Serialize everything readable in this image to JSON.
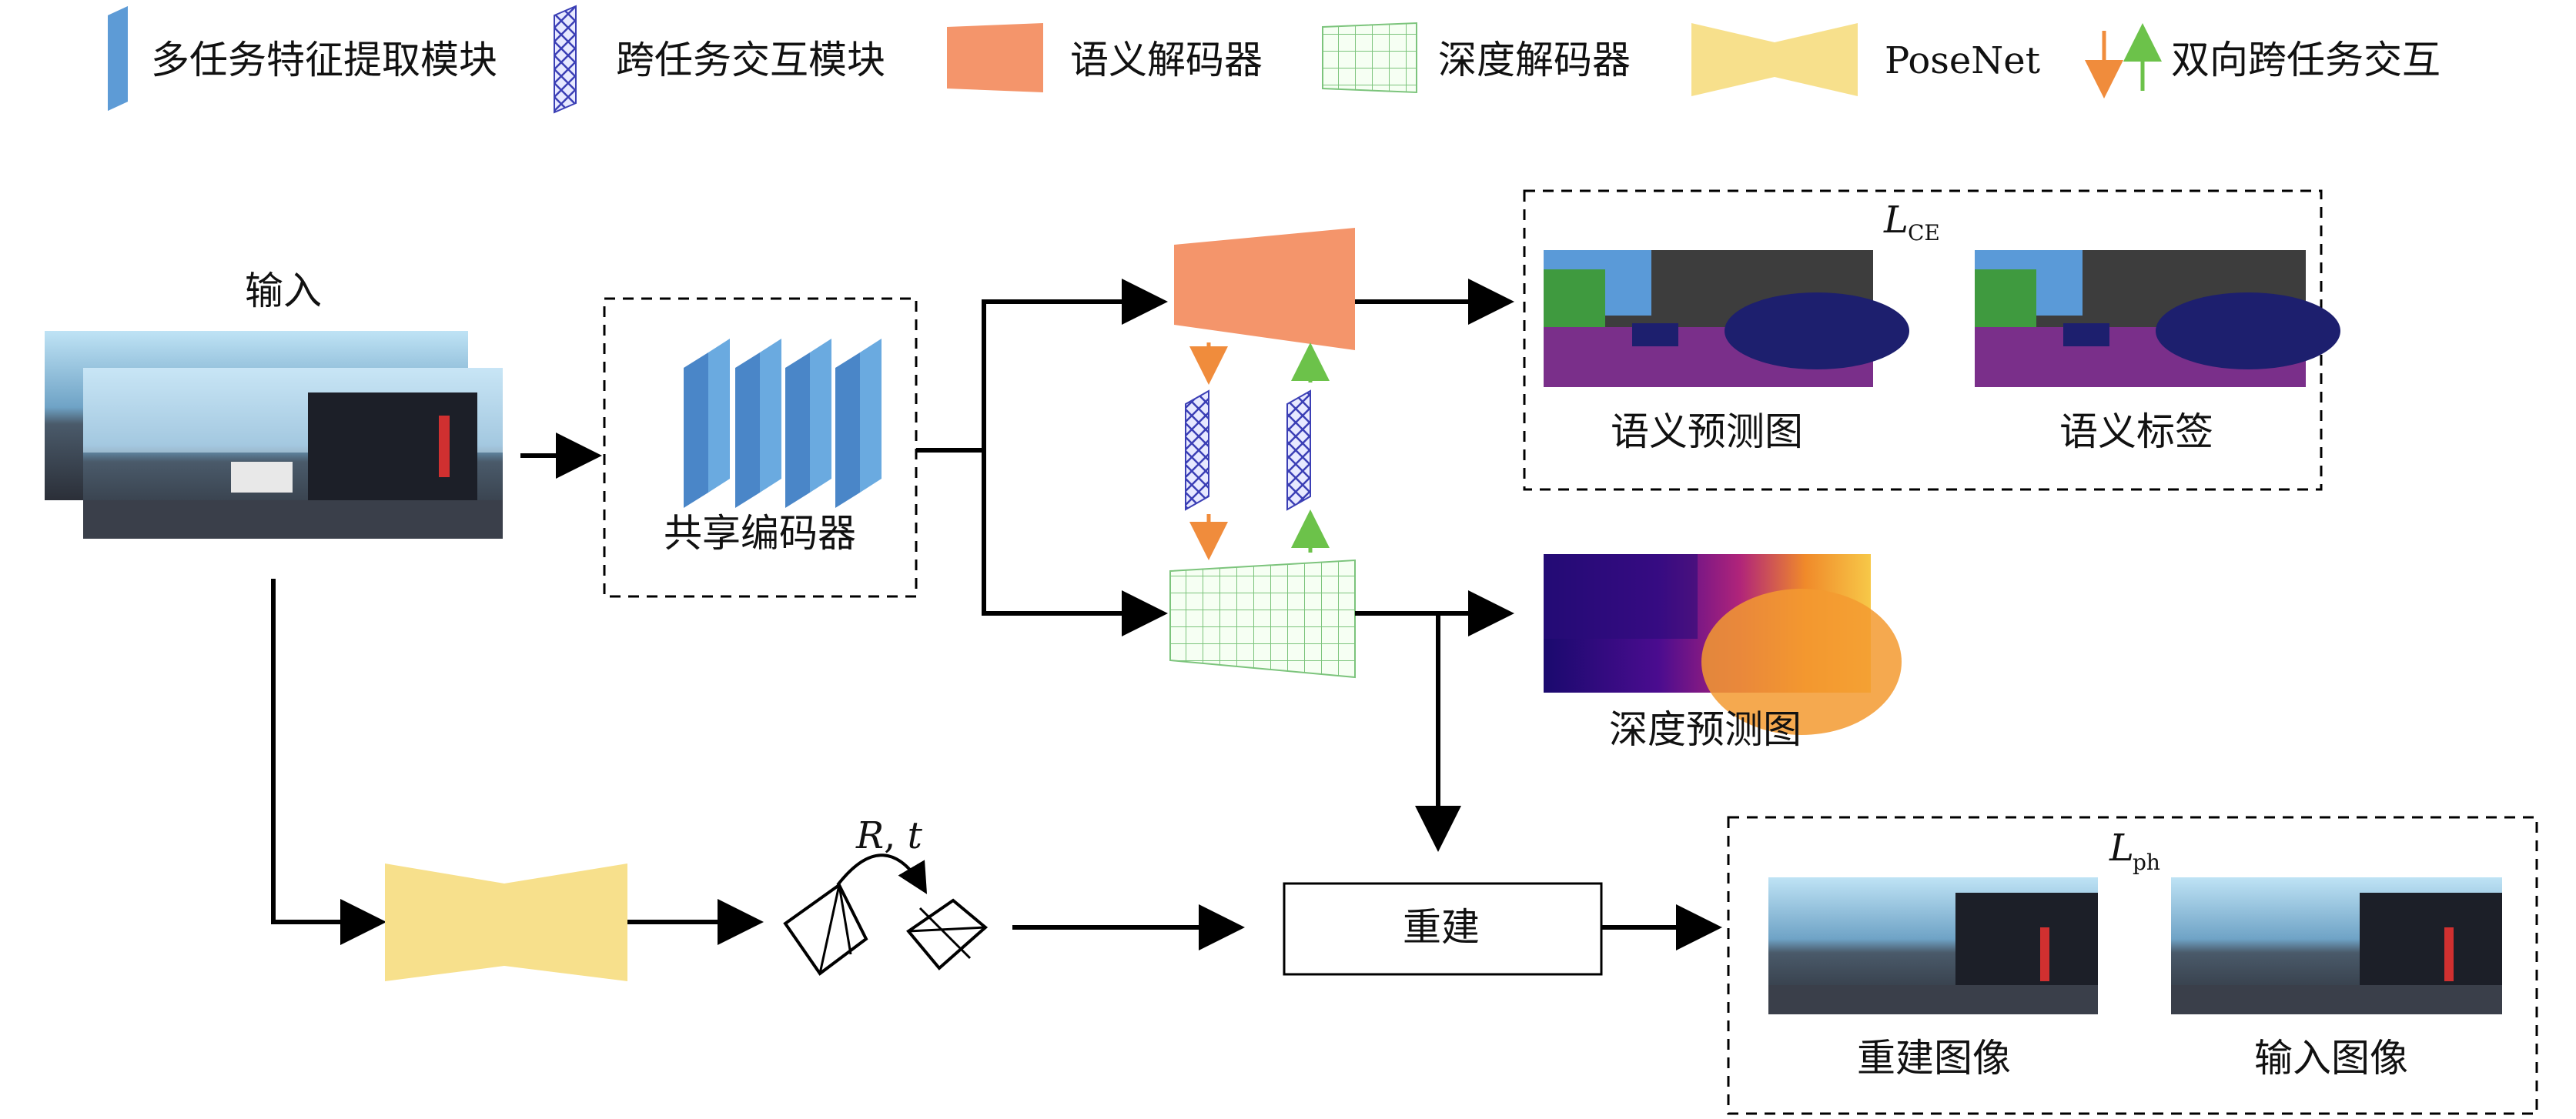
{
  "legend": {
    "feature_module": "多任务特征提取模块",
    "interaction_module": "跨任务交互模块",
    "semantic_decoder": "语义解码器",
    "depth_decoder": "深度解码器",
    "posenet": "PoseNet",
    "bidirectional": "双向跨任务交互"
  },
  "labels": {
    "input": "输入",
    "shared_encoder": "共享编码器",
    "semantic_pred": "语义预测图",
    "semantic_label": "语义标签",
    "depth_pred": "深度预测图",
    "reconstruct": "重建",
    "reconstructed_image": "重建图像",
    "input_image": "输入图像",
    "rt_R": "R",
    "rt_comma": ", ",
    "rt_t": "t",
    "lce_main": "L",
    "lce_sub": "CE",
    "lph_main": "L",
    "lph_sub": "ph"
  },
  "colors": {
    "module_blue": "#5b9bd5",
    "interaction_purple": "#3b3fb5",
    "semantic_orange": "#f4956b",
    "depth_green": "#8fc98f",
    "posenet_yellow": "#f7e08c",
    "arrow_orange": "#f08c3c",
    "arrow_green": "#6cc24a"
  }
}
